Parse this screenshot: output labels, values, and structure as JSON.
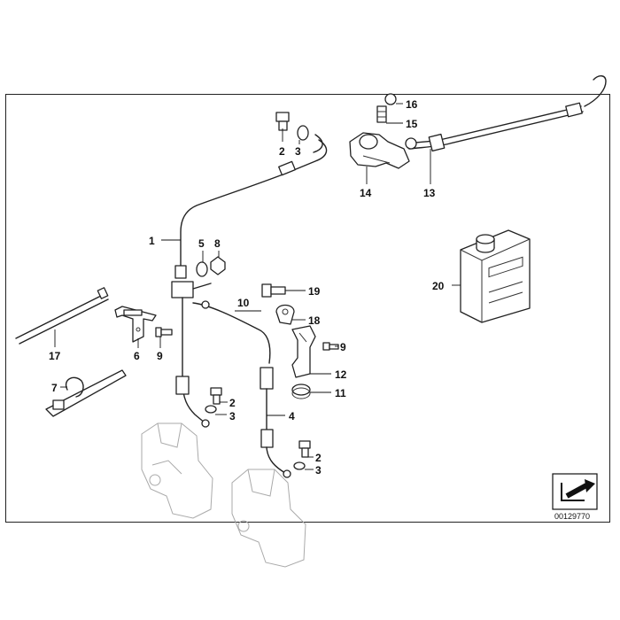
{
  "diagram": {
    "callouts": {
      "c1": "1",
      "c2a": "2",
      "c3a": "3",
      "c5": "5",
      "c8": "8",
      "c6": "6",
      "c9a": "9",
      "c17": "17",
      "c7": "7",
      "c2b": "2",
      "c3b": "3",
      "c10": "10",
      "c19": "19",
      "c18": "18",
      "c9b": "9",
      "c12": "12",
      "c11": "11",
      "c4": "4",
      "c2c": "2",
      "c3c": "3",
      "c16": "16",
      "c15": "15",
      "c14": "14",
      "c13": "13",
      "c20": "20"
    },
    "diagram_number": "00129770",
    "icon": "direction-arrow-icon"
  }
}
